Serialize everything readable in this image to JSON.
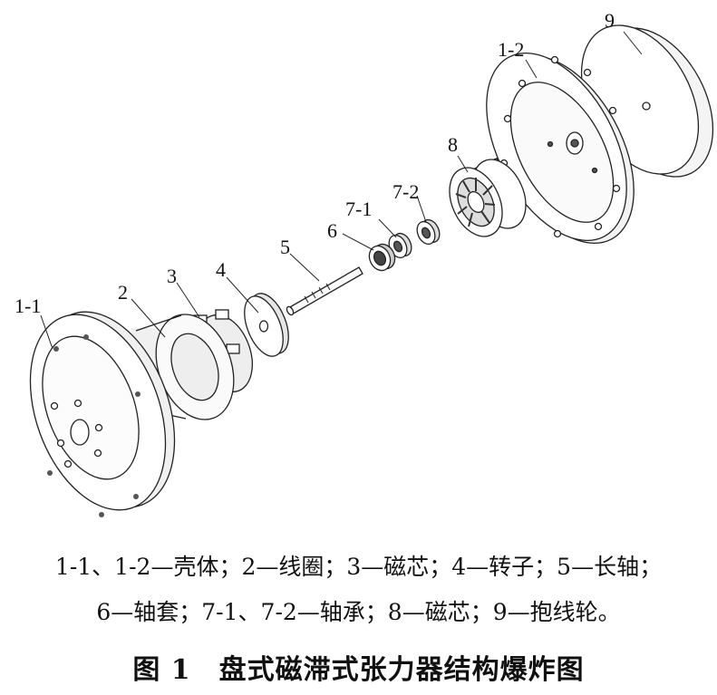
{
  "parts": {
    "p1_1": "1-1",
    "p1_2": "1-2",
    "p2": "2",
    "p3": "3",
    "p4": "4",
    "p5": "5",
    "p6": "6",
    "p7_1": "7-1",
    "p7_2": "7-2",
    "p8": "8",
    "p9": "9"
  },
  "legend": {
    "line1": "1-1、1-2—壳体；2—线圈；3—磁芯；4—转子；5—长轴；",
    "line2": "6—轴套；7-1、7-2—轴承；8—磁芯；9—抱线轮。"
  },
  "title": "图 1　盘式磁滞式张力器结构爆炸图"
}
